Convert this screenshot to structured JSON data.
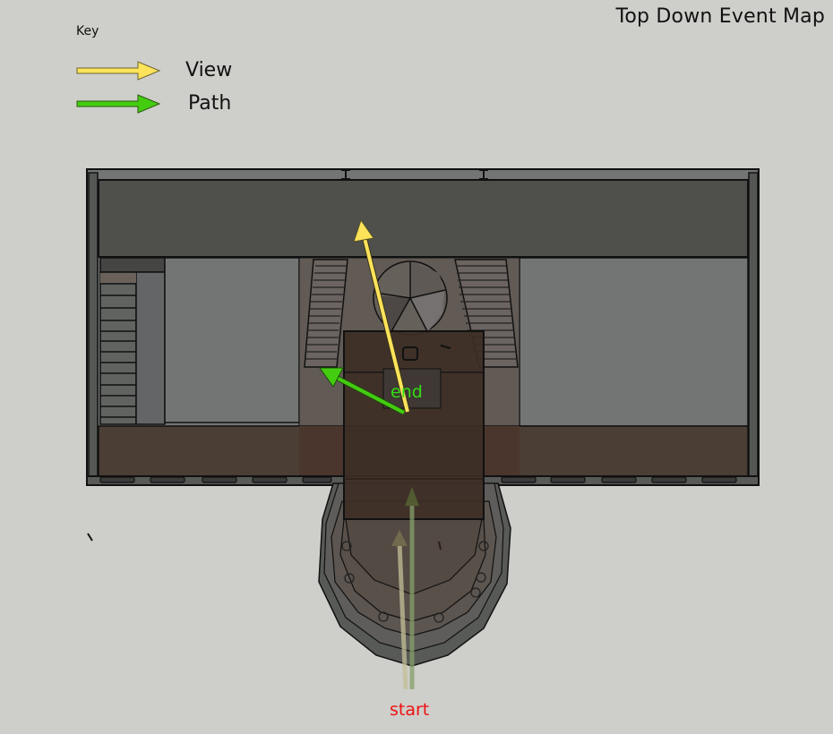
{
  "title": "Top Down Event Map",
  "legend": {
    "heading": "Key",
    "items": [
      {
        "label": "View",
        "icon": "yellow-arrow-icon",
        "color": "#fde35a"
      },
      {
        "label": "Path",
        "icon": "green-arrow-icon",
        "color": "#44cc11"
      }
    ]
  },
  "markers": {
    "start": {
      "label": "start",
      "color": "#ee1111"
    },
    "end": {
      "label": "end",
      "color": "#33dd11"
    }
  },
  "colors": {
    "background": "#cececa",
    "wall": "#4f504c",
    "floor_gray": "#737574",
    "floor_brown": "#4b3e35",
    "center_room": "#3d2e25",
    "stairs": "#6b6460"
  }
}
